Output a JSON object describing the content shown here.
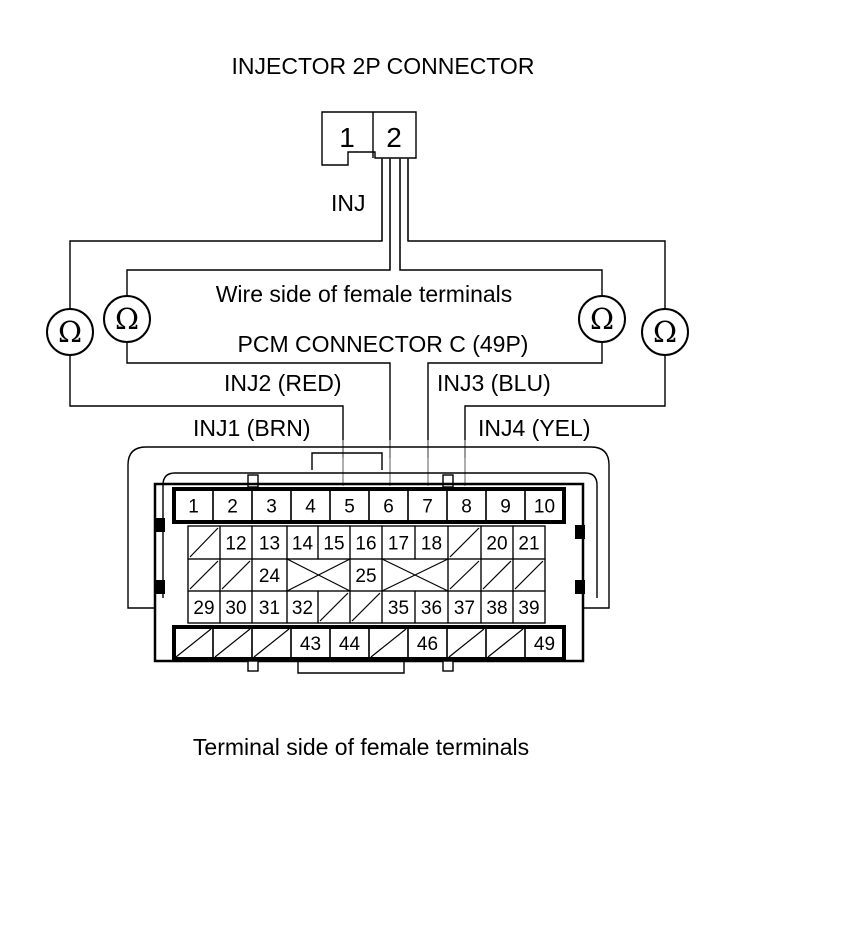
{
  "title": "INJECTOR 2P CONNECTOR",
  "injector_connector": {
    "pins": [
      "1",
      "2"
    ],
    "wire_label": "INJ"
  },
  "wire_side_label": "Wire side of female terminals",
  "pcm_connector_label": "PCM CONNECTOR C (49P)",
  "terminal_side_label": "Terminal side of female terminals",
  "probes": {
    "inj1": "INJ1 (BRN)",
    "inj2": "INJ2 (RED)",
    "inj3": "INJ3 (BLU)",
    "inj4": "INJ4 (YEL)"
  },
  "ohmmeter_symbol": "Ω",
  "pcm_rows": [
    [
      "1",
      "2",
      "3",
      "4",
      "5",
      "6",
      "7",
      "8",
      "9",
      "10"
    ],
    [
      "",
      "12",
      "13",
      "14",
      "15",
      "16",
      "17",
      "18",
      "",
      "20",
      "21"
    ],
    [
      "",
      "",
      "24",
      "",
      "25",
      "",
      "",
      "",
      ""
    ],
    [
      "29",
      "30",
      "31",
      "32",
      "",
      "",
      "35",
      "36",
      "37",
      "38",
      "39"
    ],
    [
      "",
      "",
      "",
      "43",
      "44",
      "",
      "46",
      "",
      "",
      "49"
    ]
  ]
}
